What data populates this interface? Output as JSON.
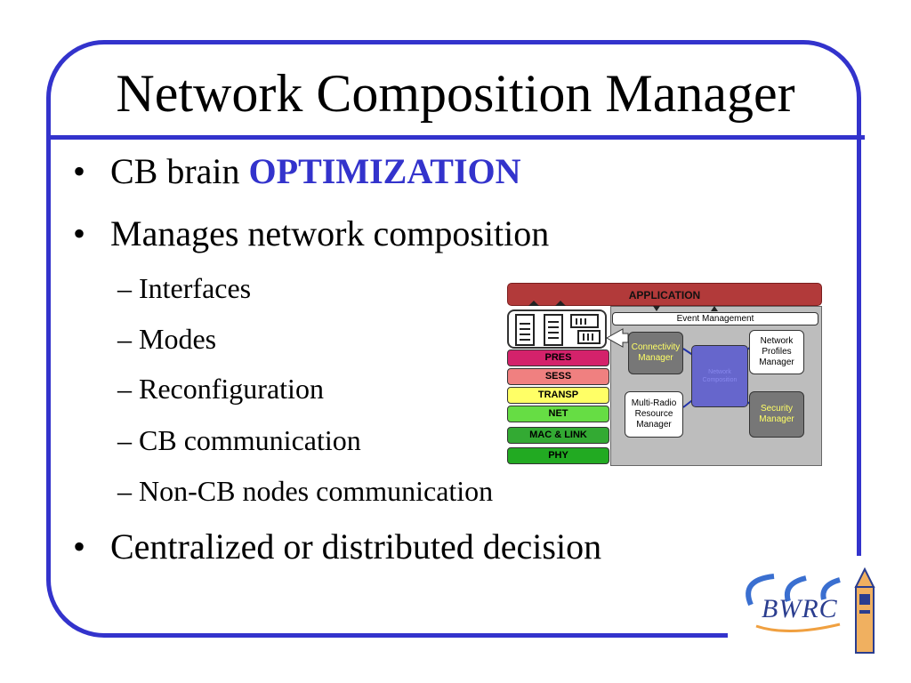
{
  "slide": {
    "title": "Network Composition Manager"
  },
  "bullets": [
    {
      "prefix": "CB brain ",
      "highlight": "OPTIMIZATION",
      "symbol": "•"
    },
    {
      "text": "Manages network composition",
      "symbol": "•"
    },
    {
      "text": "Centralized or distributed decision",
      "symbol": "•"
    }
  ],
  "sub_bullets": [
    "– Interfaces",
    "– Modes",
    "– Reconfiguration",
    "– CB communication",
    "– Non-CB nodes communication"
  ],
  "diagram": {
    "application": "APPLICATION",
    "event_management": "Event Management",
    "layers": [
      "PRES",
      "SESS",
      "TRANSP",
      "NET",
      "MAC & LINK",
      "PHY"
    ],
    "layer_colors": [
      "#d4226b",
      "#f08080",
      "#ffff66",
      "#66dd44",
      "#33aa33",
      "#22aa22"
    ],
    "nodes": {
      "connectivity": "Connectivity Manager",
      "network_profiles": "Network Profiles Manager",
      "multi_radio": "Multi-Radio Resource Manager",
      "security": "Security Manager",
      "center": "Network Composition"
    }
  },
  "logo": {
    "text": "BWRC"
  },
  "colors": {
    "accent": "#3333cc"
  }
}
